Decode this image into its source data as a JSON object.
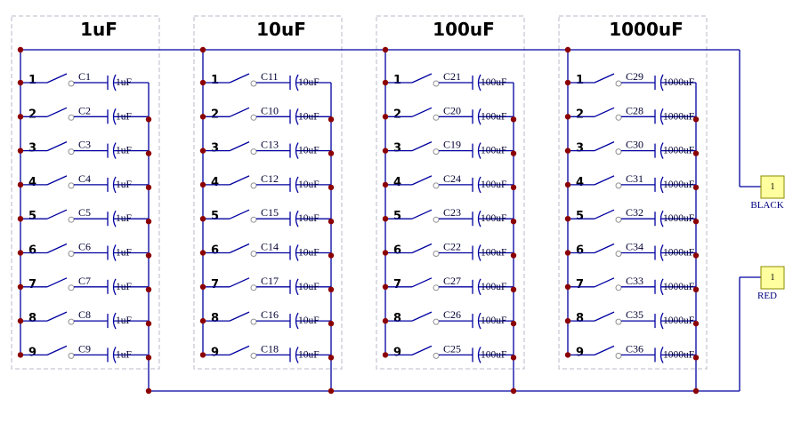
{
  "banks": [
    {
      "title": "1uF",
      "rows": [
        {
          "num": "1",
          "ref": "C1",
          "value": "1uF"
        },
        {
          "num": "2",
          "ref": "C2",
          "value": "1uF"
        },
        {
          "num": "3",
          "ref": "C3",
          "value": "1uF"
        },
        {
          "num": "4",
          "ref": "C4",
          "value": "1uF"
        },
        {
          "num": "5",
          "ref": "C5",
          "value": "1uF"
        },
        {
          "num": "6",
          "ref": "C6",
          "value": "1uF"
        },
        {
          "num": "7",
          "ref": "C7",
          "value": "1uF"
        },
        {
          "num": "8",
          "ref": "C8",
          "value": "1uF"
        },
        {
          "num": "9",
          "ref": "C9",
          "value": "1uF"
        }
      ]
    },
    {
      "title": "10uF",
      "rows": [
        {
          "num": "1",
          "ref": "C11",
          "value": "10uF"
        },
        {
          "num": "2",
          "ref": "C10",
          "value": "10uF"
        },
        {
          "num": "3",
          "ref": "C13",
          "value": "10uF"
        },
        {
          "num": "4",
          "ref": "C12",
          "value": "10uF"
        },
        {
          "num": "5",
          "ref": "C15",
          "value": "10uF"
        },
        {
          "num": "6",
          "ref": "C14",
          "value": "10uF"
        },
        {
          "num": "7",
          "ref": "C17",
          "value": "10uF"
        },
        {
          "num": "8",
          "ref": "C16",
          "value": "10uF"
        },
        {
          "num": "9",
          "ref": "C18",
          "value": "10uF"
        }
      ]
    },
    {
      "title": "100uF",
      "rows": [
        {
          "num": "1",
          "ref": "C21",
          "value": "100uF"
        },
        {
          "num": "2",
          "ref": "C20",
          "value": "100uF"
        },
        {
          "num": "3",
          "ref": "C19",
          "value": "100uF"
        },
        {
          "num": "4",
          "ref": "C24",
          "value": "100uF"
        },
        {
          "num": "5",
          "ref": "C23",
          "value": "100uF"
        },
        {
          "num": "6",
          "ref": "C22",
          "value": "100uF"
        },
        {
          "num": "7",
          "ref": "C27",
          "value": "100uF"
        },
        {
          "num": "8",
          "ref": "C26",
          "value": "100uF"
        },
        {
          "num": "9",
          "ref": "C25",
          "value": "100uF"
        }
      ]
    },
    {
      "title": "1000uF",
      "rows": [
        {
          "num": "1",
          "ref": "C29",
          "value": "1000uF"
        },
        {
          "num": "2",
          "ref": "C28",
          "value": "1000uF"
        },
        {
          "num": "3",
          "ref": "C30",
          "value": "1000uF"
        },
        {
          "num": "4",
          "ref": "C31",
          "value": "1000uF"
        },
        {
          "num": "5",
          "ref": "C32",
          "value": "1000uF"
        },
        {
          "num": "6",
          "ref": "C34",
          "value": "1000uF"
        },
        {
          "num": "7",
          "ref": "C33",
          "value": "1000uF"
        },
        {
          "num": "8",
          "ref": "C35",
          "value": "1000uF"
        },
        {
          "num": "9",
          "ref": "C36",
          "value": "1000uF"
        }
      ]
    }
  ],
  "terminals": [
    {
      "label": "BLACK",
      "pin": "1"
    },
    {
      "label": "RED",
      "pin": "1"
    }
  ],
  "colors": {
    "wire": "#0000a0",
    "junction": "#8b0000",
    "frame": "#b8b8c8",
    "terminal_fill": "#ffffa0"
  }
}
